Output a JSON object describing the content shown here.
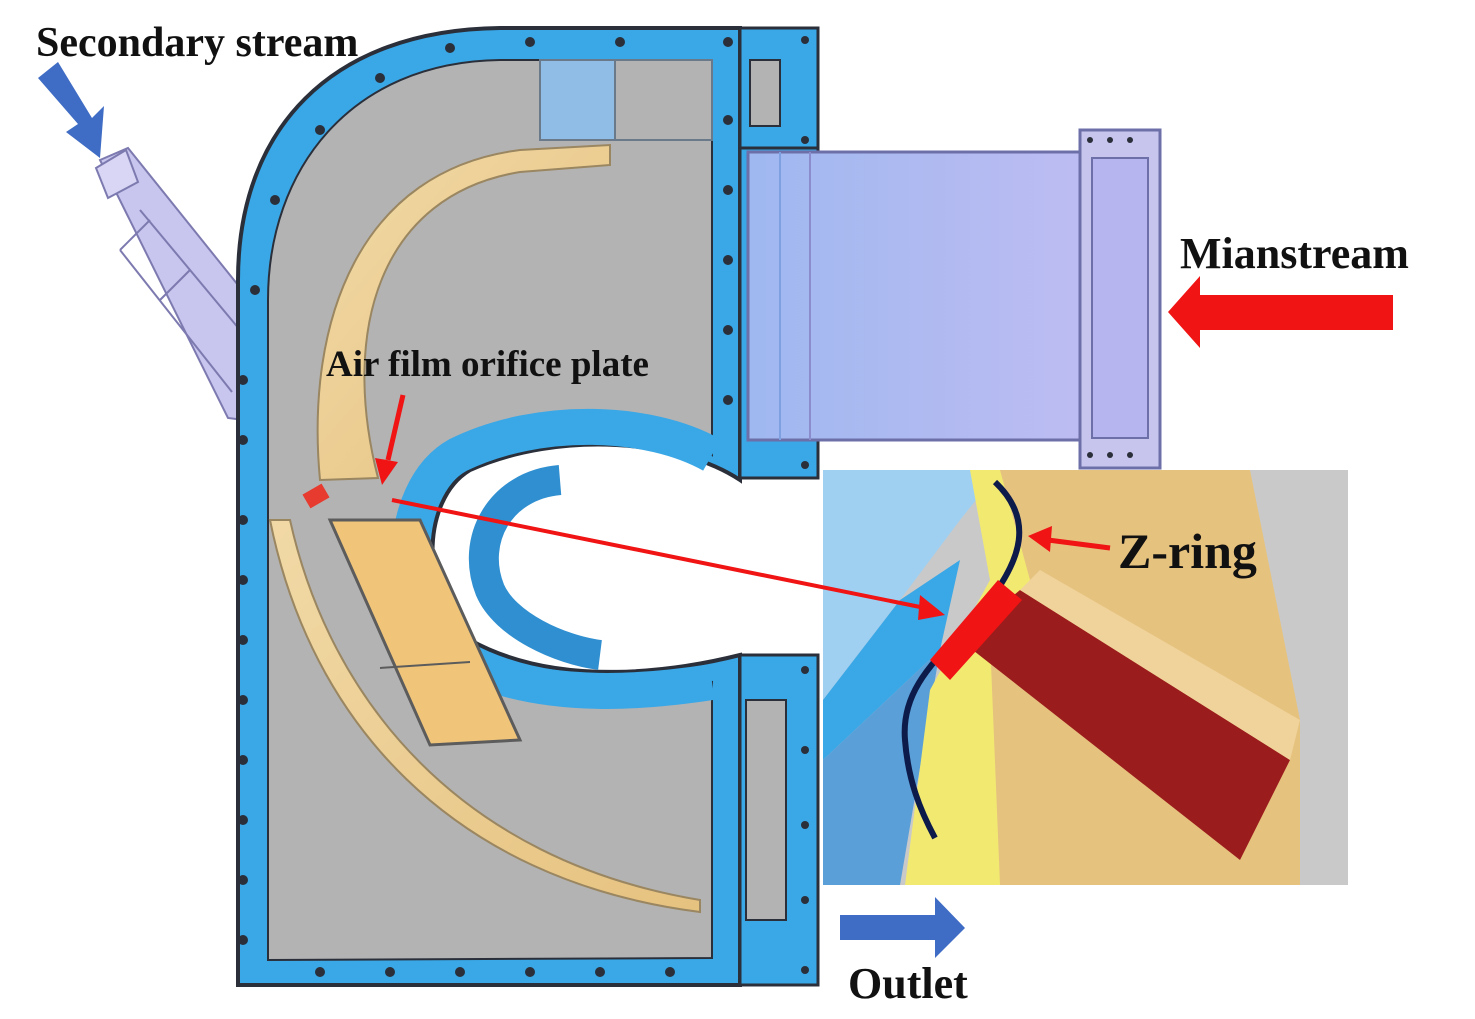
{
  "labels": {
    "secondary_stream": "Secondary stream",
    "mainstream": "Mianstream",
    "orifice_plate": "Air film orifice plate",
    "z_ring": "Z-ring",
    "outlet": "Outlet"
  },
  "colors": {
    "casing_blue": "#3aa7e6",
    "casing_outline": "#2a2f3a",
    "interior_gray": "#b5b5b5",
    "liner_tan": "#e9c98a",
    "duct_lavender": "#b7b5ef",
    "red_arrow": "#f01414",
    "blue_arrow": "#3f6cc4",
    "z_ring_line": "#0d1b4a",
    "orifice_band": "#9b1c1c"
  }
}
